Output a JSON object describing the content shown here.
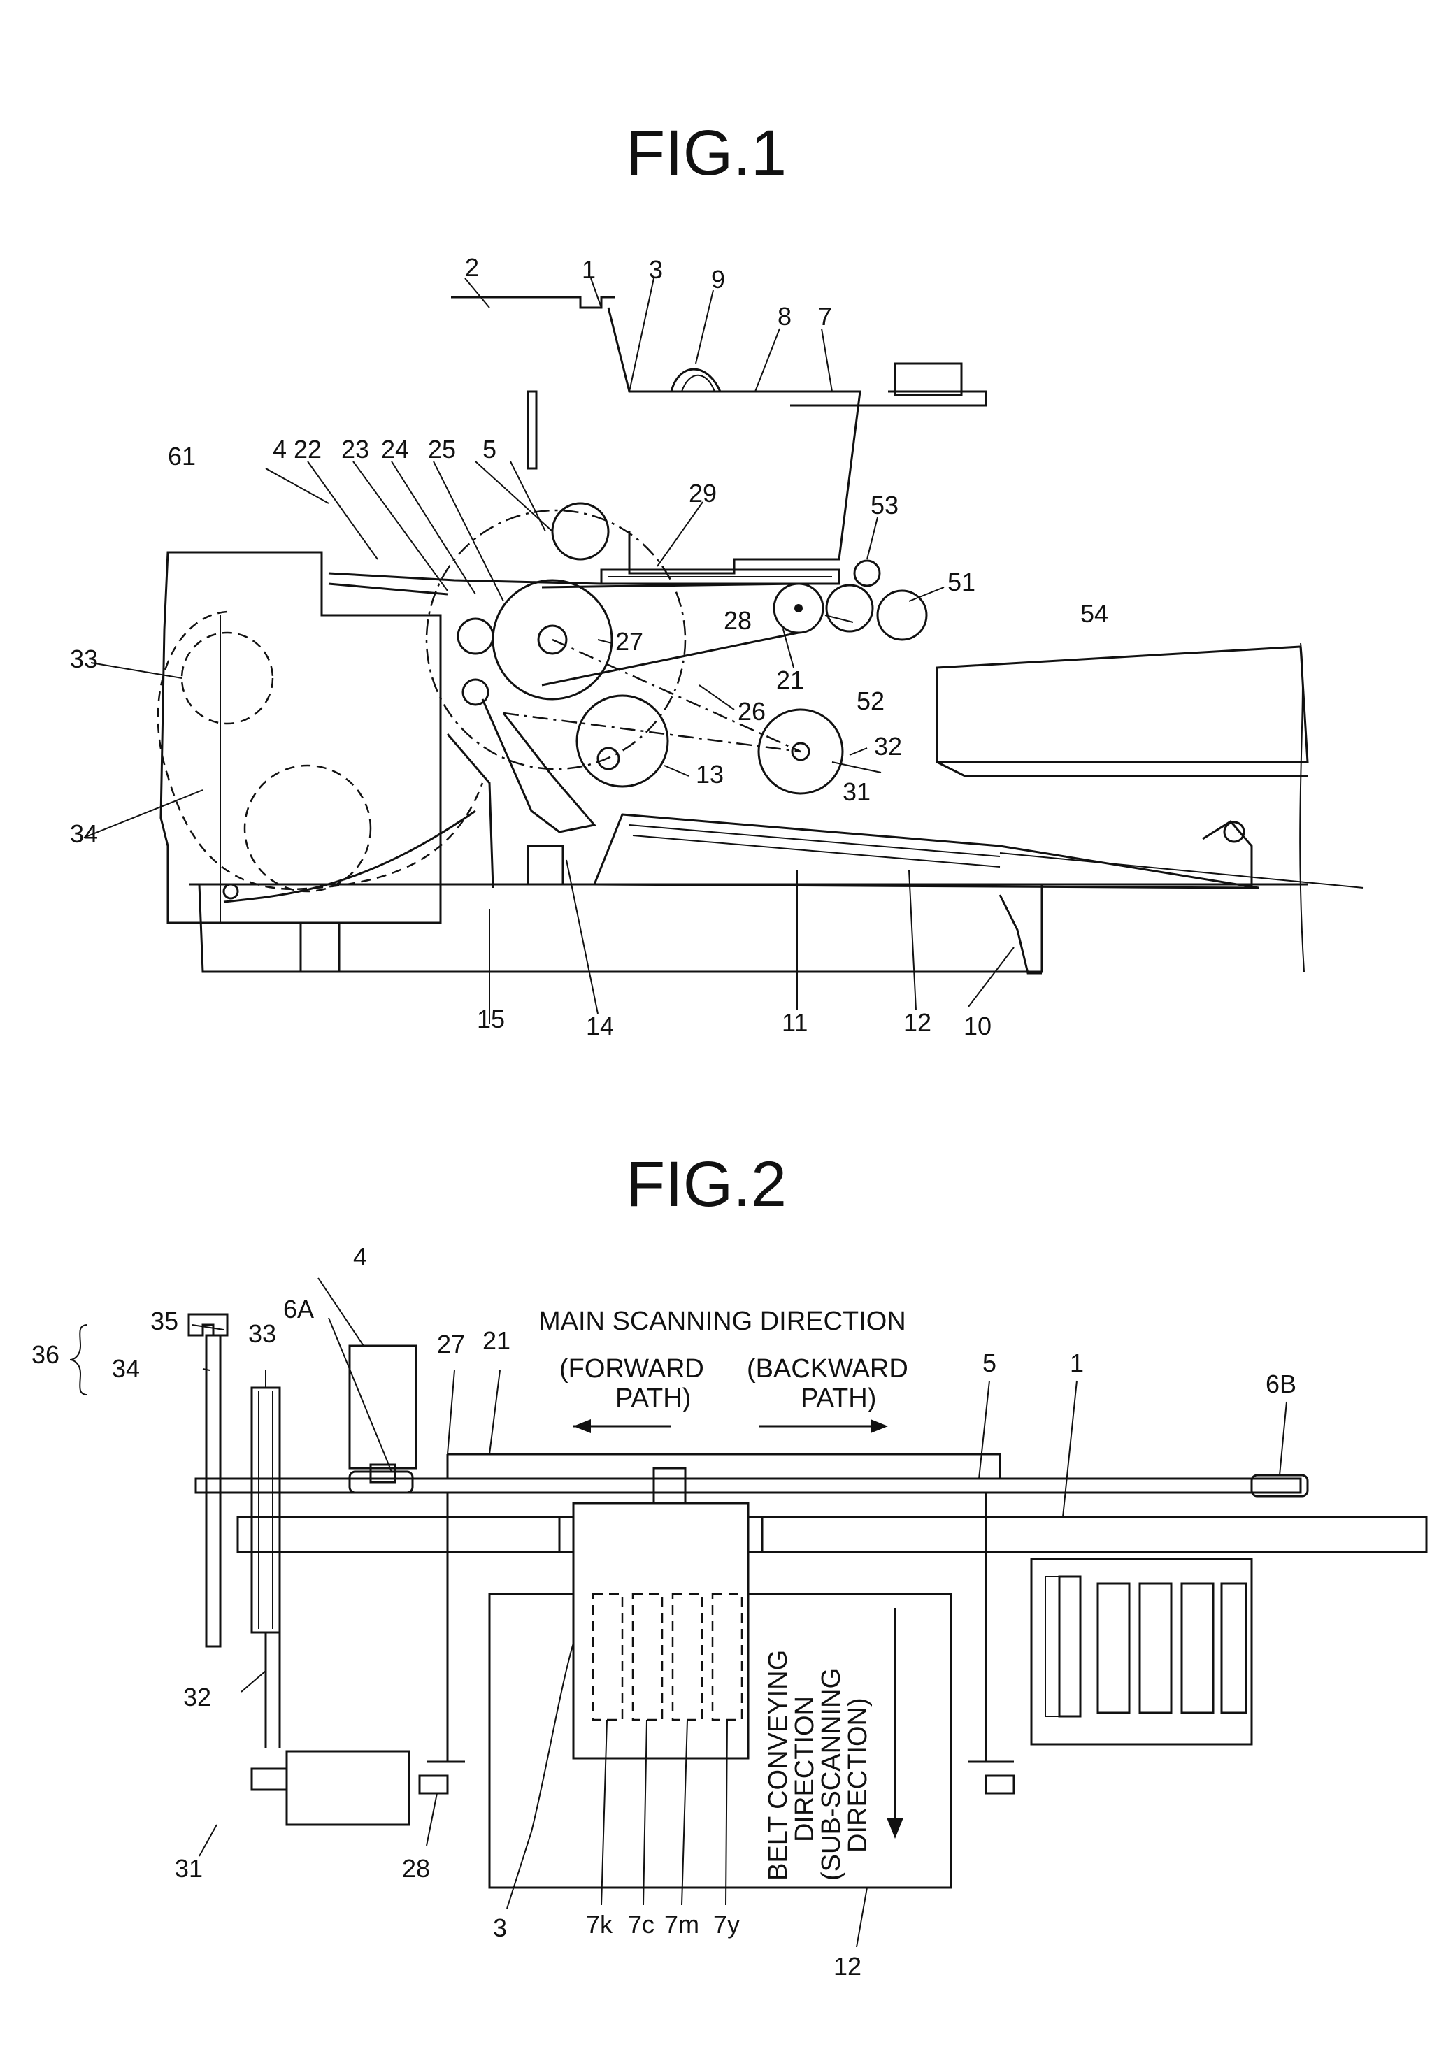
{
  "figures": [
    {
      "title": "FIG.1",
      "labels": [
        "1",
        "2",
        "3",
        "4",
        "5",
        "7",
        "8",
        "9",
        "10",
        "11",
        "12",
        "13",
        "14",
        "15",
        "21",
        "22",
        "23",
        "24",
        "25",
        "26",
        "27",
        "28",
        "29",
        "31",
        "32",
        "33",
        "34",
        "51",
        "52",
        "53",
        "54",
        "61"
      ]
    },
    {
      "title": "FIG.2",
      "labels": [
        "1",
        "3",
        "4",
        "5",
        "6A",
        "6B",
        "12",
        "21",
        "27",
        "28",
        "31",
        "32",
        "33",
        "34",
        "35",
        "36",
        "7k",
        "7c",
        "7m",
        "7y"
      ],
      "direction_main": "MAIN SCANNING DIRECTION",
      "forward_1": "(FORWARD",
      "forward_2": "PATH)",
      "backward_1": "(BACKWARD",
      "backward_2": "PATH)",
      "belt_1": "BELT CONVEYING",
      "belt_2": "DIRECTION",
      "belt_3": "(SUB-SCANNING",
      "belt_4": "DIRECTION)"
    }
  ]
}
